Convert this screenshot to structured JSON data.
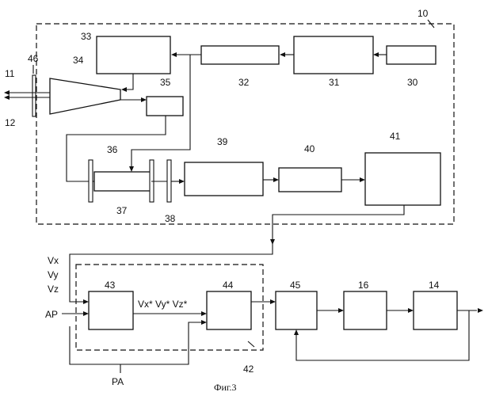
{
  "blocks": {
    "b10": "10",
    "b11": "11",
    "b12": "12",
    "b14": "14",
    "b16": "16",
    "b30": "30",
    "b31": "31",
    "b32": "32",
    "b33": "33",
    "b34": "34",
    "b35": "35",
    "b36": "36",
    "b37": "37",
    "b38": "38",
    "b39": "39",
    "b40": "40",
    "b41": "41",
    "b42": "42",
    "b43": "43",
    "b44": "44",
    "b45": "45",
    "b46": "46"
  },
  "signals": {
    "vx": "Vx",
    "vy": "Vy",
    "vz": "Vz",
    "ap": "AP",
    "pa": "PA",
    "vstar": "Vx* Vy* Vz*"
  },
  "caption": "Фиг.3"
}
